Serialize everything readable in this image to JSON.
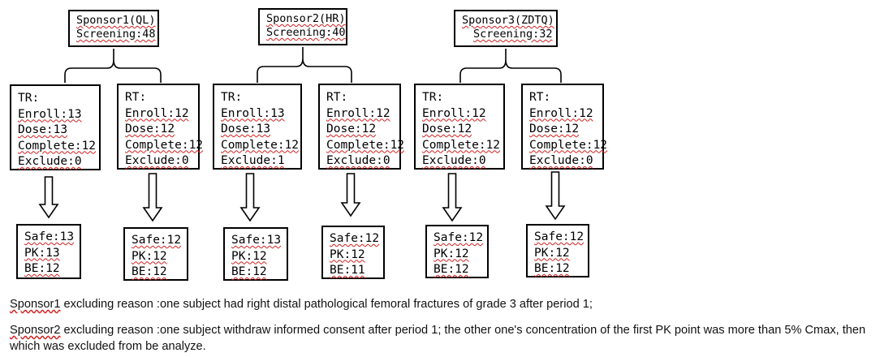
{
  "sponsors": [
    {
      "name": "Sponsor1(QL)",
      "screening": "Screening:48",
      "arms": [
        {
          "lines": [
            "TR:",
            "Enroll:13",
            "Dose:13",
            "Complete:12",
            "Exclude:0"
          ],
          "results": [
            "Safe:13",
            "PK:13",
            "BE:12"
          ]
        },
        {
          "lines": [
            "RT:",
            "Enroll:12",
            "Dose:12",
            "Complete:12",
            "Exclude:0"
          ],
          "results": [
            "Safe:12",
            "PK:12",
            "BE:12"
          ]
        }
      ]
    },
    {
      "name": "Sponsor2(HR)",
      "screening": "Screening:40",
      "arms": [
        {
          "lines": [
            "TR:",
            "Enroll:13",
            "Dose:13",
            "Complete:12",
            "Exclude:1"
          ],
          "results": [
            "Safe:13",
            "PK:12",
            "BE:12"
          ]
        },
        {
          "lines": [
            "RT:",
            "Enroll:12",
            "Dose:12",
            "Complete:12",
            "Exclude:0"
          ],
          "results": [
            "Safe:12",
            "PK:12",
            "BE:11"
          ]
        }
      ]
    },
    {
      "name": "Sponsor3(ZDTQ)",
      "screening": "Screening:32",
      "arms": [
        {
          "lines": [
            "TR:",
            "Enroll:12",
            "Dose:12",
            "Complete:12",
            "Exclude:0"
          ],
          "results": [
            "Safe:12",
            "PK:12",
            "BE:12"
          ]
        },
        {
          "lines": [
            "RT:",
            "Enroll:12",
            "Dose:12",
            "Complete:12",
            "Exclude:0"
          ],
          "results": [
            "Safe:12",
            "PK:12",
            "BE:12"
          ]
        }
      ]
    }
  ],
  "notes": [
    {
      "label": "Sponsor1",
      "text": " excluding reason :one subject had right distal pathological femoral fractures of grade 3 after period 1;"
    },
    {
      "label": "Sponsor2",
      "text": " excluding reason :one subject withdraw informed consent after period 1; the other one's concentration of the first PK point was more than 5% Cmax, then which was excluded from be analyze."
    }
  ]
}
